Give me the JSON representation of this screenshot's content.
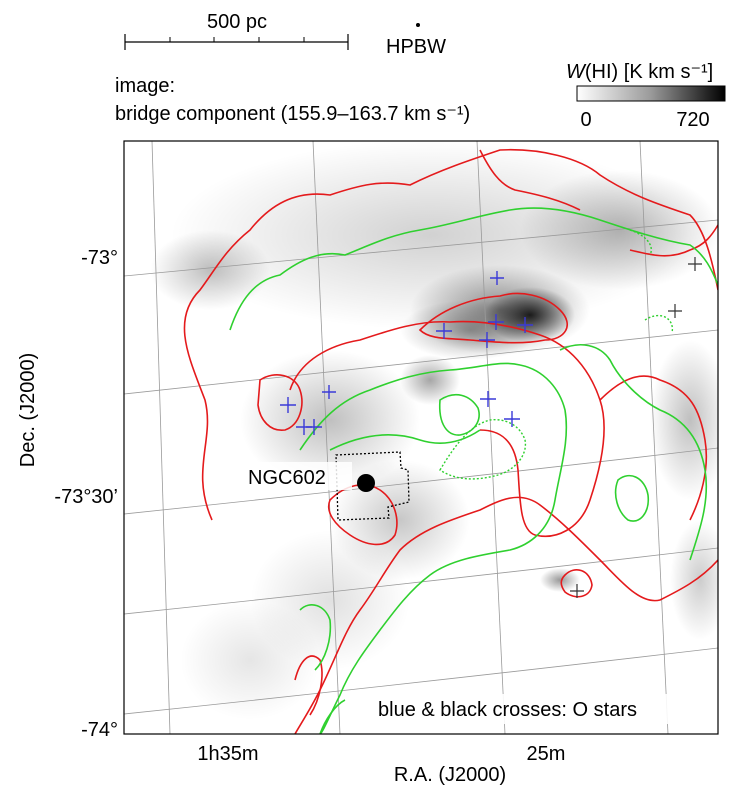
{
  "chart_data": {
    "type": "heatmap",
    "scalebar": {
      "label": "500 pc"
    },
    "beam": {
      "label": "HPBW"
    },
    "image_caption": {
      "line1": "image:",
      "line2": "bridge component (155.9–163.7 km s⁻¹)"
    },
    "colorbar": {
      "label": "W(HI) [K km s⁻¹]",
      "label_main": "W",
      "label_rest": "(HI) [K km s⁻¹]",
      "min_label": "0",
      "max_label": "720",
      "range": [
        0,
        720
      ],
      "colormap": "white-to-black"
    },
    "axes": {
      "xlabel": "R.A. (J2000)",
      "ylabel": "Dec. (J2000)",
      "xticks": [
        "1h35m",
        "25m"
      ],
      "yticks": [
        "-73°",
        "-73°30’",
        "-74°"
      ]
    },
    "annotations": [
      {
        "id": "ngc602",
        "text": "NGC602"
      },
      {
        "id": "legend_note",
        "text": "blue & black crosses: O stars"
      }
    ],
    "contour_colors": {
      "red": "#e41a1c",
      "green": "#2fd02f"
    },
    "marker_colors": {
      "blue": "#3a3ad8",
      "black": "#333333",
      "ngc602": "#000000"
    }
  }
}
